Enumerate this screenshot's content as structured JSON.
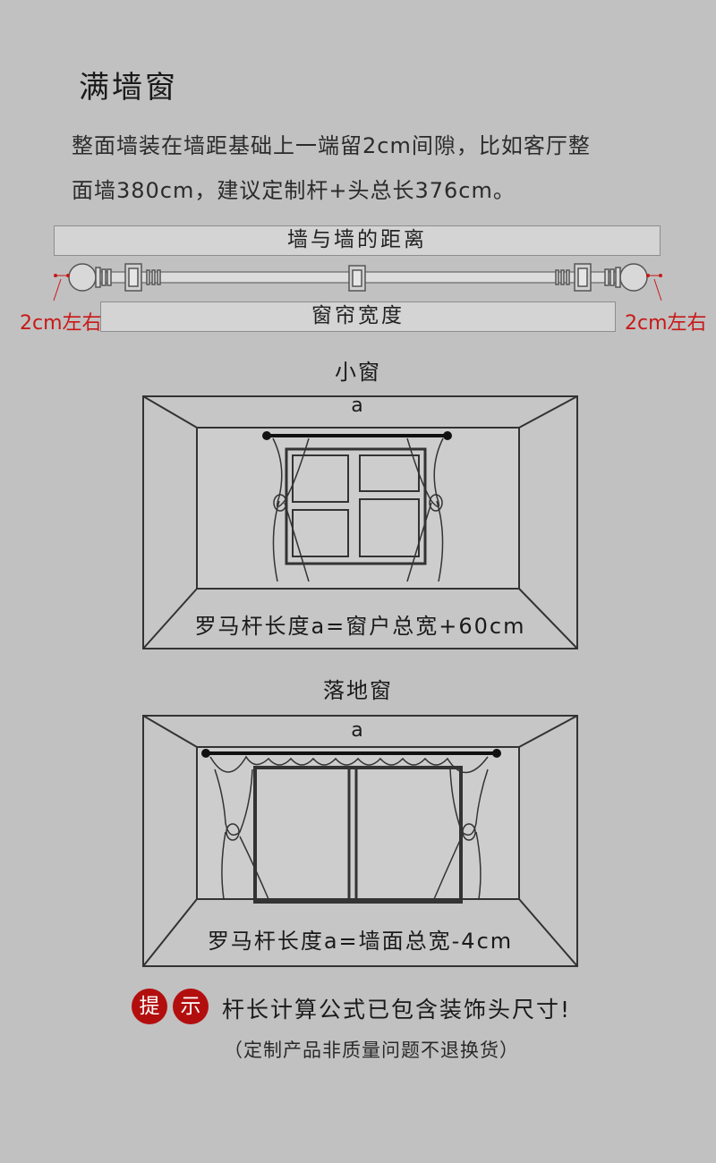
{
  "title": "满墙窗",
  "description": {
    "line1": "整面墙装在墙距基础上一端留2cm间隙，比如客厅整",
    "line2": "面墙380cm，建议定制杆+头总长376cm。"
  },
  "rod_diagram": {
    "wall_distance_label": "墙与墙的距离",
    "curtain_width_label": "窗帘宽度",
    "gap_left": "2cm左右",
    "gap_right": "2cm左右"
  },
  "small_window": {
    "heading": "小窗",
    "rod_label": "a",
    "formula": "罗马杆长度a=窗户总宽+60cm"
  },
  "floor_window": {
    "heading": "落地窗",
    "rod_label": "a",
    "formula": "罗马杆长度a=墙面总宽-4cm"
  },
  "tip": {
    "badge1": "提",
    "badge2": "示",
    "text": "杆长计算公式已包含装饰头尺寸!",
    "note": "（定制产品非质量问题不退换货）"
  }
}
